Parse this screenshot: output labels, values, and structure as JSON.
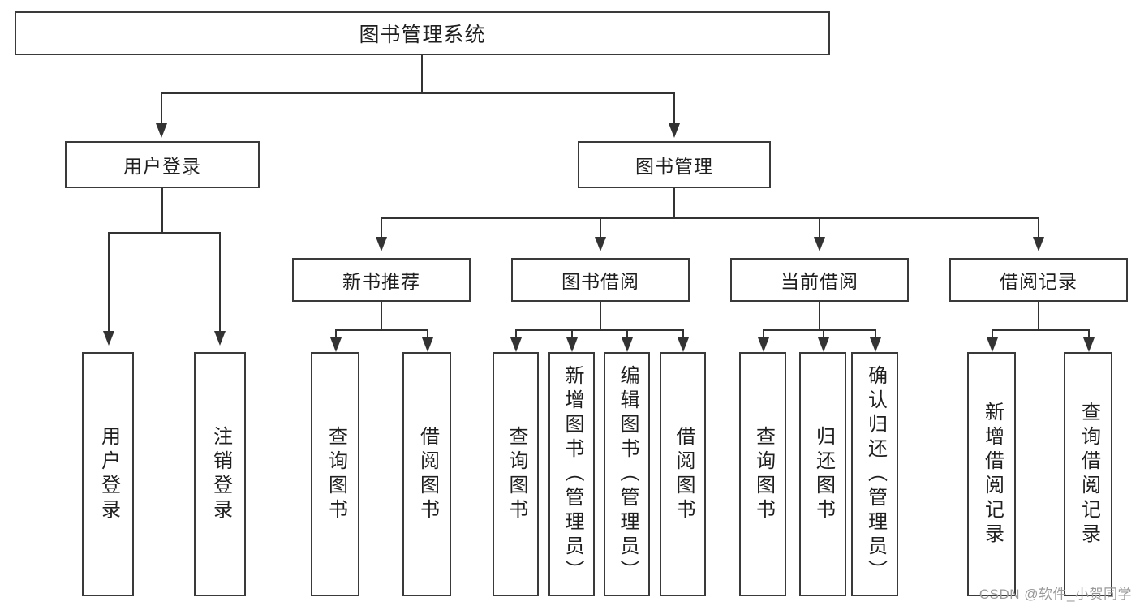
{
  "diagram": {
    "title": "图书管理系统",
    "watermark": "CSDN @软件_小贺同学",
    "type": "tree-hierarchy",
    "colors": {
      "stroke": "#333333",
      "box_border": "#3a3a3a",
      "background": "#ffffff",
      "text": "#1f1f1f",
      "watermark": "#9a9a9a"
    },
    "root": {
      "label": "图书管理系统"
    },
    "level2": [
      {
        "label": "用户登录"
      },
      {
        "label": "图书管理"
      }
    ],
    "level3": [
      {
        "label": "新书推荐"
      },
      {
        "label": "图书借阅"
      },
      {
        "label": "当前借阅"
      },
      {
        "label": "借阅记录"
      }
    ],
    "leaves": {
      "user_login": [
        {
          "label": "用户登录"
        },
        {
          "label": "注销登录"
        }
      ],
      "new_book_recommend": [
        {
          "label": "查询图书"
        },
        {
          "label": "借阅图书"
        }
      ],
      "book_borrow": [
        {
          "label": "查询图书"
        },
        {
          "label": "新增图书（管理员）"
        },
        {
          "label": "编辑图书（管理员）"
        },
        {
          "label": "借阅图书"
        }
      ],
      "current_borrow": [
        {
          "label": "查询图书"
        },
        {
          "label": "归还图书"
        },
        {
          "label": "确认归还（管理员）"
        }
      ],
      "borrow_record": [
        {
          "label": "新增借阅记录"
        },
        {
          "label": "查询借阅记录"
        }
      ]
    }
  }
}
